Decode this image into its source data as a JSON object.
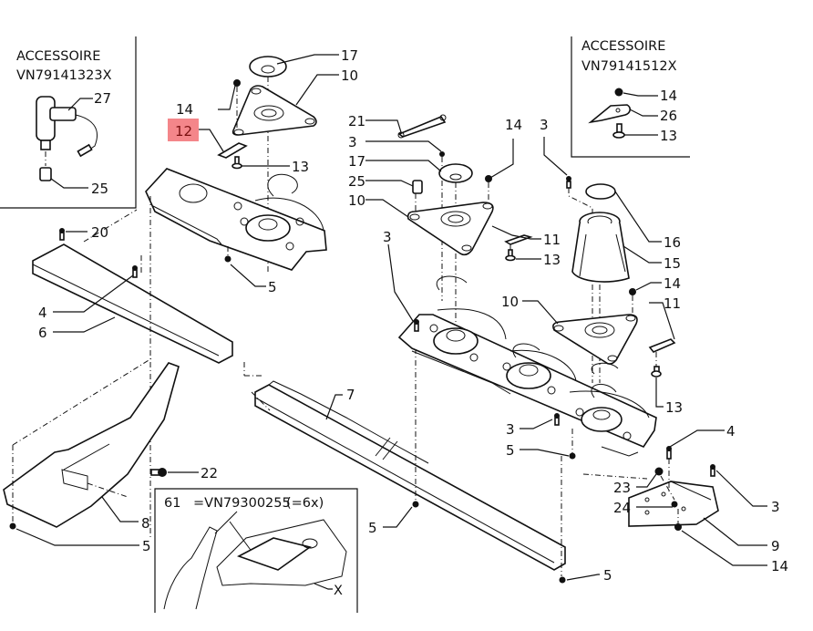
{
  "diagram": {
    "title": "Exploded parts diagram - disc mower cutter bar",
    "accessory_boxes": [
      {
        "id": "acc-left",
        "heading": "ACCESSOIRE",
        "part_number": "VN79141323X",
        "callouts": [
          "27",
          "25"
        ]
      },
      {
        "id": "acc-right",
        "heading": "ACCESSOIRE",
        "part_number": "VN79141512X",
        "callouts": [
          "14",
          "26",
          "13"
        ]
      }
    ],
    "tool_box": {
      "item": "61",
      "text": "=VN79300255",
      "qty": "(=6x)",
      "callout": "X"
    },
    "highlighted_callout": {
      "label": "12",
      "color": "#f4868a",
      "text_color": "#7a1010"
    },
    "callouts": {
      "c17a": "17",
      "c10a": "10",
      "c14a": "14",
      "c13a": "13",
      "c21": "21",
      "c3a": "3",
      "c17b": "17",
      "c25": "25",
      "c10b": "10",
      "c14b": "14",
      "c11a": "11",
      "c13b": "13",
      "c3b": "3",
      "c16": "16",
      "c15": "15",
      "c14c": "14",
      "c11b": "11",
      "c10c": "10",
      "c13c": "13",
      "c20": "20",
      "c4a": "4",
      "c6": "6",
      "c5a": "5",
      "c3c": "3",
      "c7": "7",
      "c3d": "3",
      "c5b": "5",
      "c4b": "4",
      "c23": "23",
      "c24": "24",
      "c3e": "3",
      "c9": "9",
      "c14d": "14",
      "c22": "22",
      "c8": "8",
      "c5c": "5",
      "c5d": "5",
      "c5e": "5"
    }
  }
}
